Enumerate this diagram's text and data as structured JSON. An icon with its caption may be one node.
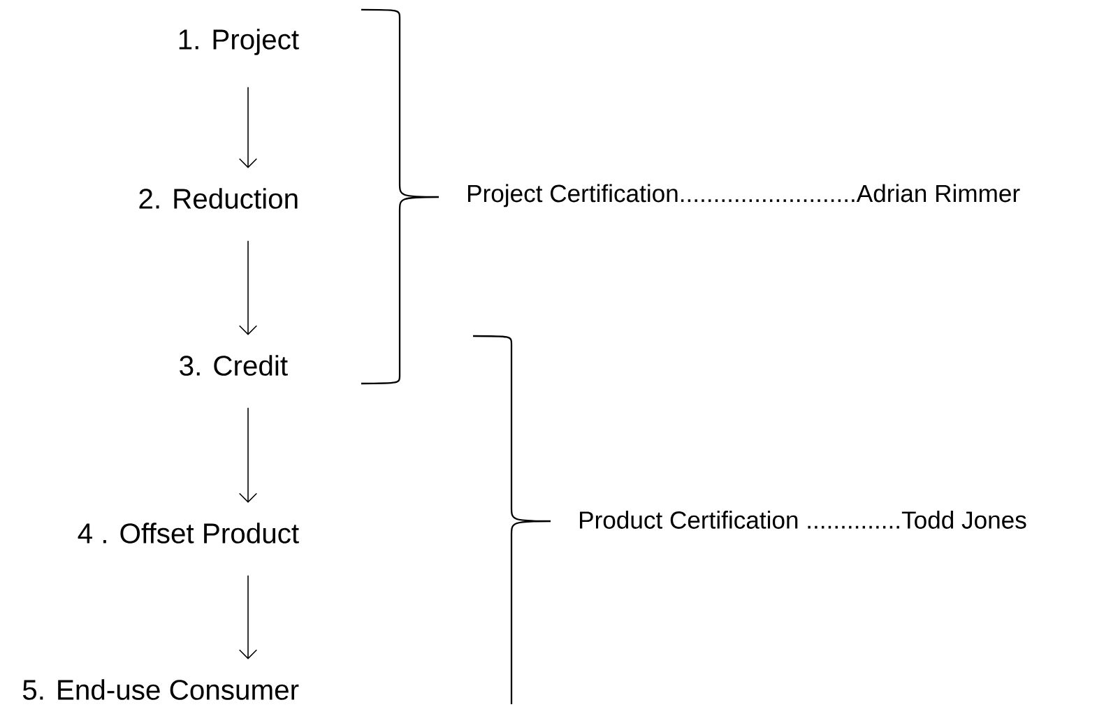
{
  "diagram": {
    "nodes": [
      {
        "text": [
          "1. Project"
        ]
      },
      {
        "text": [
          "2. Reduction"
        ]
      },
      {
        "text": [
          "3. Credit"
        ]
      },
      {
        "text": [
          "4 . Offset Product"
        ]
      },
      {
        "text": [
          "5. End-use Consumer"
        ]
      }
    ],
    "edges": [
      {
        "from": 0,
        "to": 1,
        "arrow": "to"
      },
      {
        "from": 1,
        "to": 2,
        "arrow": "to"
      },
      {
        "from": 2,
        "to": 3,
        "arrow": "to"
      },
      {
        "from": 3,
        "to": 4,
        "arrow": "to"
      }
    ],
    "labels": [
      "Project Certification..........................Adrian Rimmer",
      "Product Certification ..............Todd Jones"
    ]
  }
}
